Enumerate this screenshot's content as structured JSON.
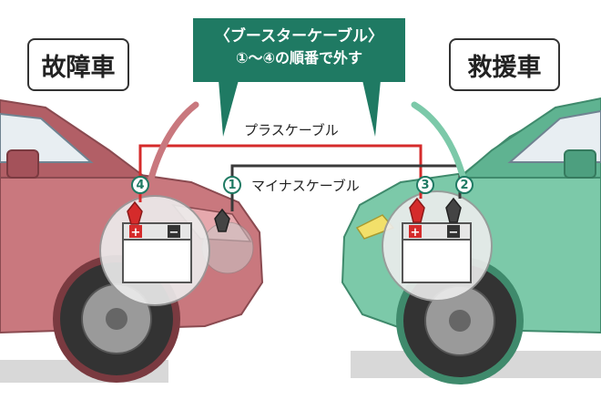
{
  "labels": {
    "broken_car": "故障車",
    "rescue_car": "救援車"
  },
  "callout": {
    "line1": "〈ブースターケーブル〉",
    "line2": "①～④の順番で外す"
  },
  "cables": {
    "plus": "プラスケーブル",
    "minus": "マイナスケーブル"
  },
  "steps": {
    "one": "1",
    "two": "2",
    "three": "3",
    "four": "4"
  },
  "colors": {
    "callout_bg": "#1f7a63",
    "broken_car_body": "#c9787e",
    "rescue_car_body": "#7cc9a9",
    "plus_cable": "#d52b2b",
    "minus_cable": "#3a3a3a"
  }
}
